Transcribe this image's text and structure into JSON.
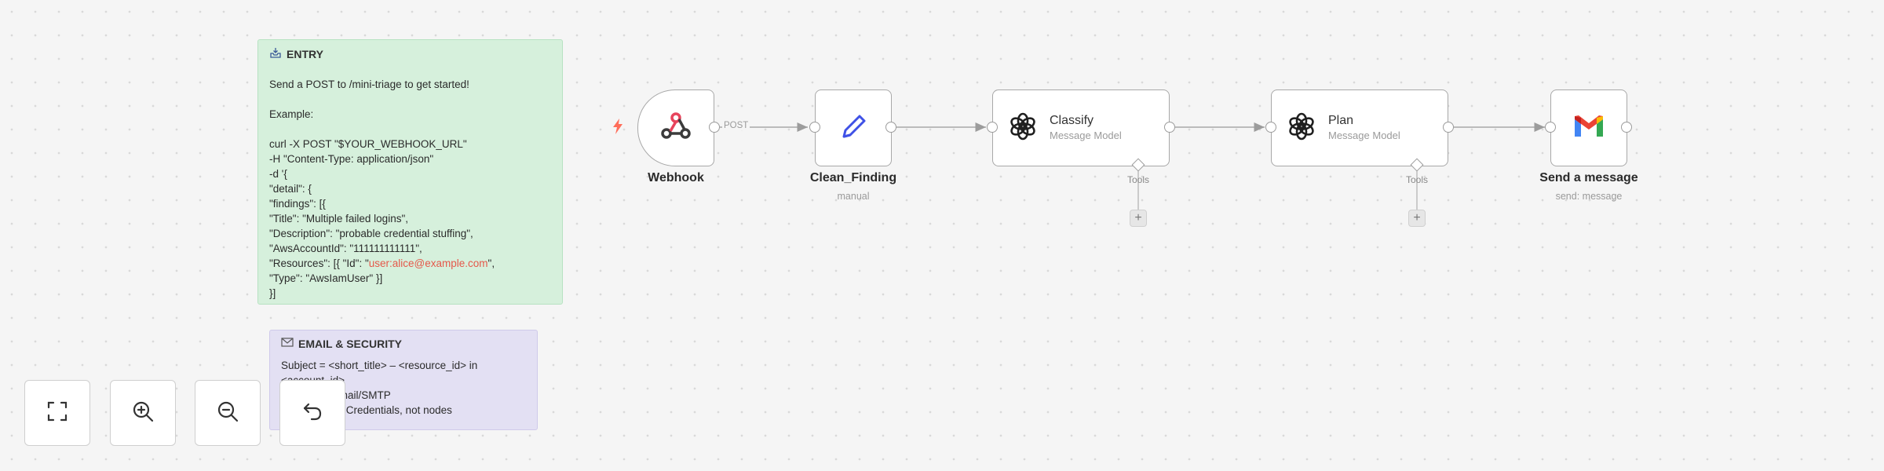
{
  "notes": {
    "entry": {
      "title": "ENTRY",
      "icon": "inbox-tray-icon",
      "lines": [
        "Send a POST to /mini-triage to get started!",
        "",
        "Example:",
        "",
        "curl -X POST \"$YOUR_WEBHOOK_URL\"",
        "-H \"Content-Type: application/json\"",
        "-d '{",
        "\"detail\": {",
        "\"findings\": [{",
        "\"Title\": \"Multiple failed logins\",",
        "\"Description\": \"probable credential stuffing\",",
        "\"AwsAccountId\": \"111111111111\",",
        "\"Resources\": [{ \"Id\": \"",
        "\"Type\": \"AwsIamUser\" }]",
        "}]"
      ],
      "highlight_value": "user:alice@example.com",
      "highlight_suffix": "\","
    },
    "email": {
      "title": "EMAIL & SECURITY",
      "icon": "envelope-icon",
      "lines": [
        "Subject = <short_title> – <resource_id> in",
        "<account_id>",
        "• Use your email/SMTP",
        "• Keys in n8n Credentials, not nodes"
      ]
    }
  },
  "edges": {
    "post_label": "POST"
  },
  "nodes": {
    "webhook": {
      "name": "Webhook",
      "icon": "webhook-icon"
    },
    "clean": {
      "name": "Clean_Finding",
      "subtitle": "manual",
      "icon": "pencil-icon"
    },
    "classify": {
      "name": "Classify",
      "subtitle": "Message Model",
      "icon": "openai-icon",
      "tools_label": "Tools"
    },
    "plan": {
      "name": "Plan",
      "subtitle": "Message Model",
      "icon": "openai-icon",
      "tools_label": "Tools"
    },
    "send": {
      "name": "Send a message",
      "subtitle": "send: message",
      "icon": "gmail-icon"
    }
  },
  "add_button_glyph": "+",
  "controls": [
    "fit-view-icon",
    "zoom-in-icon",
    "zoom-out-icon",
    "undo-icon"
  ],
  "colors": {
    "canvas": "#f5f5f5",
    "entry_note": "#d6f0dc",
    "email_note": "#e3e0f3",
    "trigger_bolt": "#ff6d5a",
    "webhook_red": "#e7445c",
    "pencil_blue": "#3f51e6",
    "highlight": "#e5584a"
  }
}
